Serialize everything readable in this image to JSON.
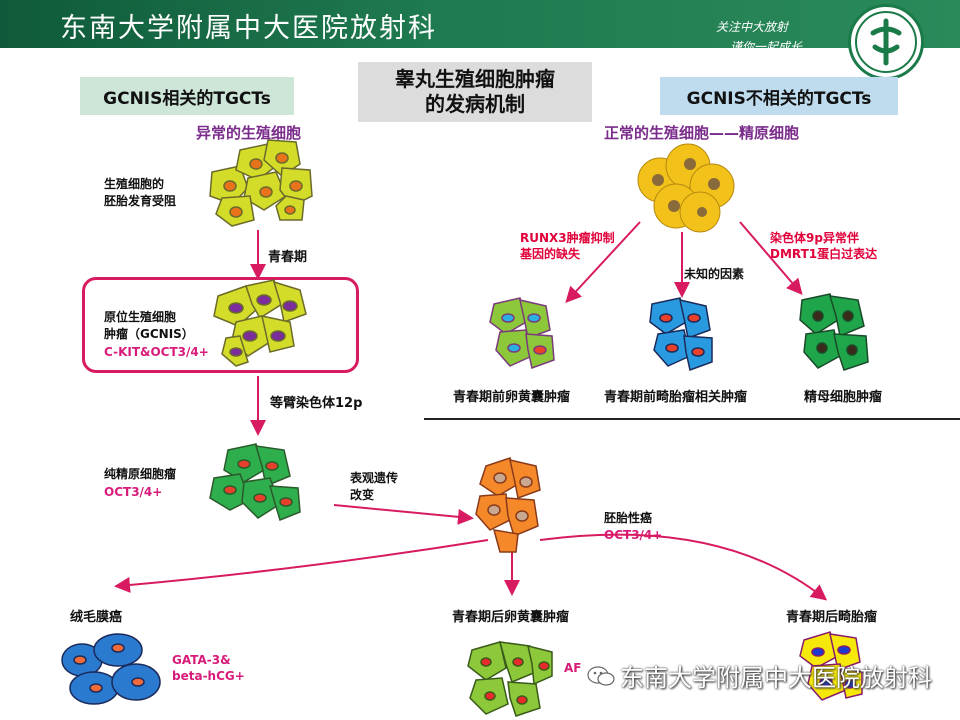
{
  "header": {
    "title": "东南大学附属中大医院放射科",
    "slogan_line1": "关注中大放射",
    "slogan_line2": "谨你一起成长"
  },
  "boxes": {
    "left_label": "GCNIS相关的TGCTs",
    "right_label": "GCNIS不相关的TGCTs",
    "center_title_line1": "睾丸生殖细胞肿瘤",
    "center_title_line2": "的发病机制"
  },
  "left": {
    "abnormal_germ_cells": "异常的生殖细胞",
    "dev_block_line1": "生殖细胞的",
    "dev_block_line2": "胚胎发育受阻",
    "puberty": "青春期",
    "gcnis_line1": "原位生殖细胞",
    "gcnis_line2": "肿瘤（GCNIS）",
    "gcnis_markers": "C-KIT&OCT3/4+",
    "isochromosome": "等臂染色体12p",
    "seminoma": "纯精原细胞瘤",
    "seminoma_marker": "OCT3/4+",
    "epigenetic_line1": "表观遗传",
    "epigenetic_line2": "改变"
  },
  "right": {
    "normal_germ_cells": "正常的生殖细胞——精原细胞",
    "runx3_line1": "RUNX3肿瘤抑制",
    "runx3_line2": "基因的缺失",
    "unknown": "未知的因素",
    "chr9p_line1": "染色体9p异常伴",
    "chr9p_line2": "DMRT1蛋白过表达",
    "cap_yolk_pre": "青春期前卵黄囊肿瘤",
    "cap_teratoma_pre": "青春期前畸胎瘤相关肿瘤",
    "cap_spermatocytic": "精母细胞肿瘤"
  },
  "bottom": {
    "embryonal": "胚胎性癌",
    "embryonal_marker": "OCT3/4+",
    "chorio": "绒毛膜癌",
    "chorio_markers_line1": "GATA-3&",
    "chorio_markers_line2": "beta-hCG+",
    "yolk_post": "青春期后卵黄囊肿瘤",
    "teratoma_post": "青春期后畸胎瘤",
    "afp_partial": "AF"
  },
  "watermark": "东南大学附属中大医院放射科",
  "colors": {
    "header_green": "#1f7a4f",
    "arrow_magenta": "#d81b60",
    "purple_text": "#7b2d8b",
    "red_text": "#e0003a"
  }
}
